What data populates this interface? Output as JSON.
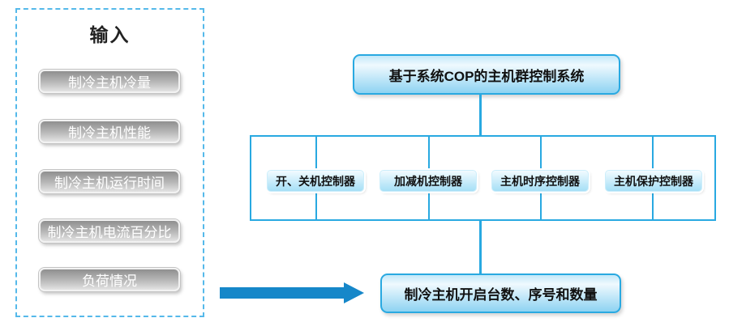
{
  "left_panel": {
    "title": "输入",
    "items": [
      "制冷主机冷量",
      "制冷主机性能",
      "制冷主机运行时间",
      "制冷主机电流百分比",
      "负荷情况"
    ]
  },
  "tree": {
    "root": "基于系统COP的主机群控制系统",
    "controllers": [
      "开、关机控制器",
      "加减机控制器",
      "主机时序控制器",
      "主机保护控制器"
    ],
    "output": "制冷主机开启台数、序号和数量"
  },
  "icons": {
    "flow_arrow": "right-arrow"
  },
  "colors": {
    "diagram_blue": "#29a9e1",
    "arrow_blue": "#1687c9",
    "dashed_border_blue": "#55b9ea",
    "node_fill_top": "#eff9fe",
    "node_fill_bottom": "#8ed3f2",
    "button_fill_top": "#8f8f8f",
    "button_fill_bottom": "#e3e3e3",
    "button_text": "#ffffff",
    "text": "#1a1a1a"
  }
}
